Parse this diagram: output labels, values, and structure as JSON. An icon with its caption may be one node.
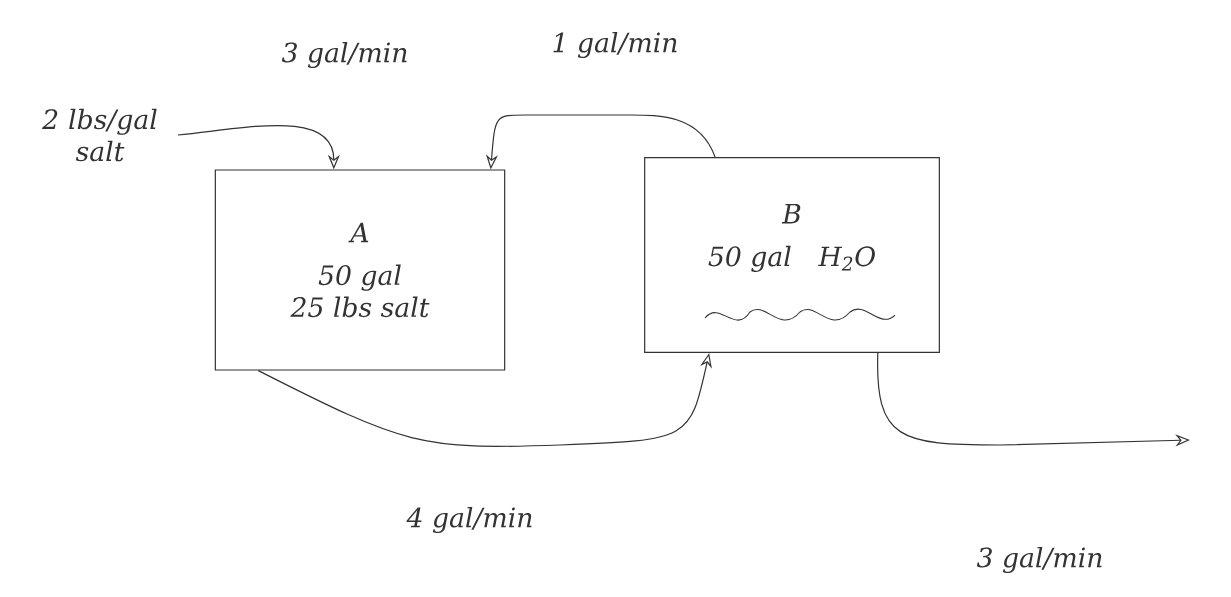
{
  "diagram": {
    "nodes": [
      {
        "text": [
          "2 lbs/gal salt"
        ]
      },
      {
        "text": [
          "A",
          "50 gal",
          "25 lbs salt"
        ]
      },
      {
        "text": [
          "B",
          "50 gal",
          "H$_{2}$O"
        ]
      }
    ],
    "edges": [
      {
        "from": 0,
        "to": 1,
        "arrow": "to",
        "label": "3 gal/min"
      },
      {
        "from": 2,
        "to": 1,
        "arrow": "to",
        "label": "1 gal/min"
      },
      {
        "from": 1,
        "to": 2,
        "arrow": "to",
        "label": "4 gal/min"
      },
      {
        "from": 2,
        "to": null,
        "arrow": "to",
        "label": "3 gal/min"
      }
    ]
  }
}
